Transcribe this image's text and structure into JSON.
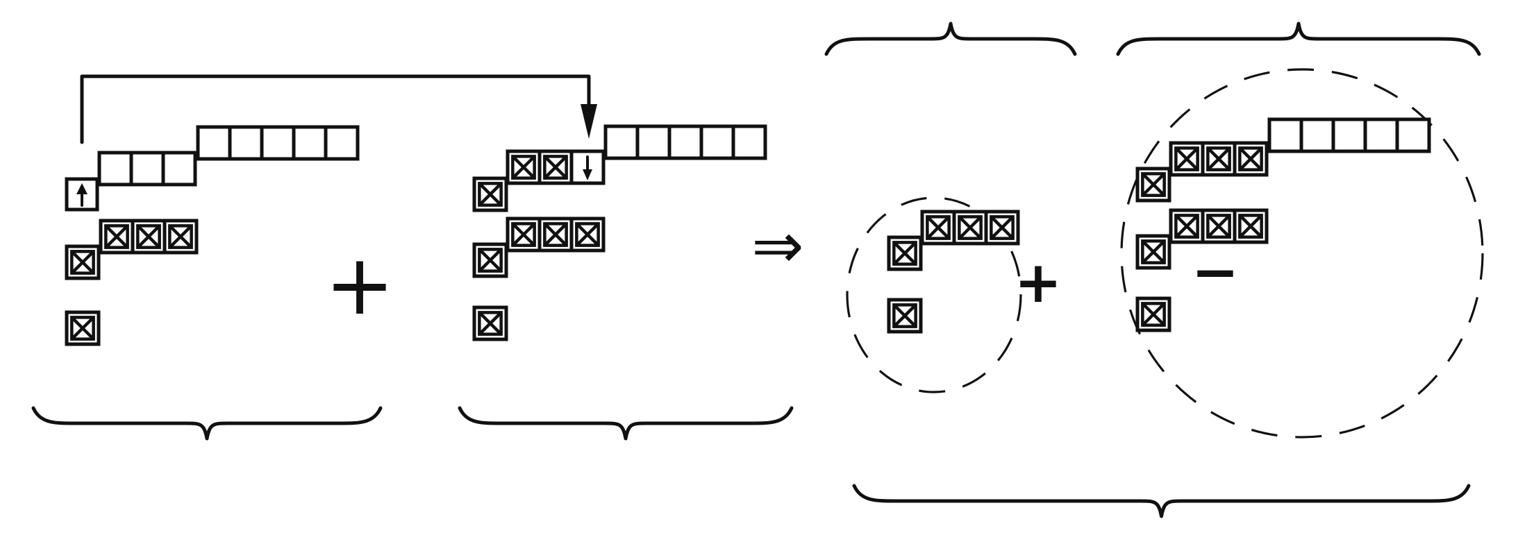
{
  "diagram": {
    "colors": {
      "ink": "#111111",
      "background": "#ffffff"
    },
    "symbols": {
      "plus": "+",
      "minus": "−",
      "implies": "⇒"
    },
    "icons": [
      "empty-box",
      "crossed-box",
      "arrow-down",
      "arrow-up",
      "curly-brace",
      "dashed-circle"
    ],
    "diagrams": [
      {
        "name": "left-diagram",
        "rows": [
          {
            "crossed": 0,
            "empty": 3,
            "extra_empty": 5,
            "marked": "arrow-up"
          },
          {
            "crossed": 4,
            "empty": 0
          },
          {
            "crossed": 1,
            "empty": 0
          }
        ]
      },
      {
        "name": "middle-diagram",
        "rows": [
          {
            "crossed": 3,
            "empty": 1,
            "extra_empty": 5,
            "marked": "arrow-down"
          },
          {
            "crossed": 4,
            "empty": 0
          },
          {
            "crossed": 1,
            "empty": 0
          }
        ]
      },
      {
        "name": "small-circle-diagram",
        "sign": "+",
        "rows": [
          {
            "crossed": 4,
            "empty": 0
          },
          {
            "crossed": 1,
            "empty": 0
          }
        ]
      },
      {
        "name": "large-circle-diagram",
        "sign": "−",
        "rows": [
          {
            "crossed": 4,
            "empty": 5
          },
          {
            "crossed": 4,
            "empty": 0
          },
          {
            "crossed": 1,
            "empty": 0
          }
        ]
      }
    ]
  }
}
